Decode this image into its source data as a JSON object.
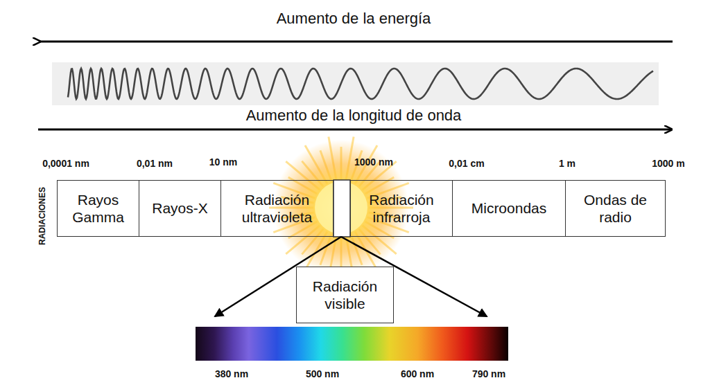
{
  "diagram": {
    "nodes": [
      {
        "text": [
          "Rayos Gamma"
        ]
      },
      {
        "text": [
          "Rayos-X"
        ]
      },
      {
        "text": [
          "Radiación ultravioleta"
        ]
      },
      {
        "text": [
          "Radiación infrarroja"
        ]
      },
      {
        "text": [
          "Microondas"
        ]
      },
      {
        "text": [
          "Ondas de radio"
        ]
      },
      {
        "text": [
          "Radiación visible"
        ]
      }
    ],
    "labels": [
      "Aumento de la energía",
      "Aumento de la longitud de onda",
      "0,0001 nm",
      "0,01 nm",
      "10 nm",
      "1000 nm",
      "0,01 cm",
      "1 m",
      "1000 m",
      "RADIACIONES",
      "380 nm",
      "500 nm",
      "600 nm",
      "790 nm"
    ]
  }
}
